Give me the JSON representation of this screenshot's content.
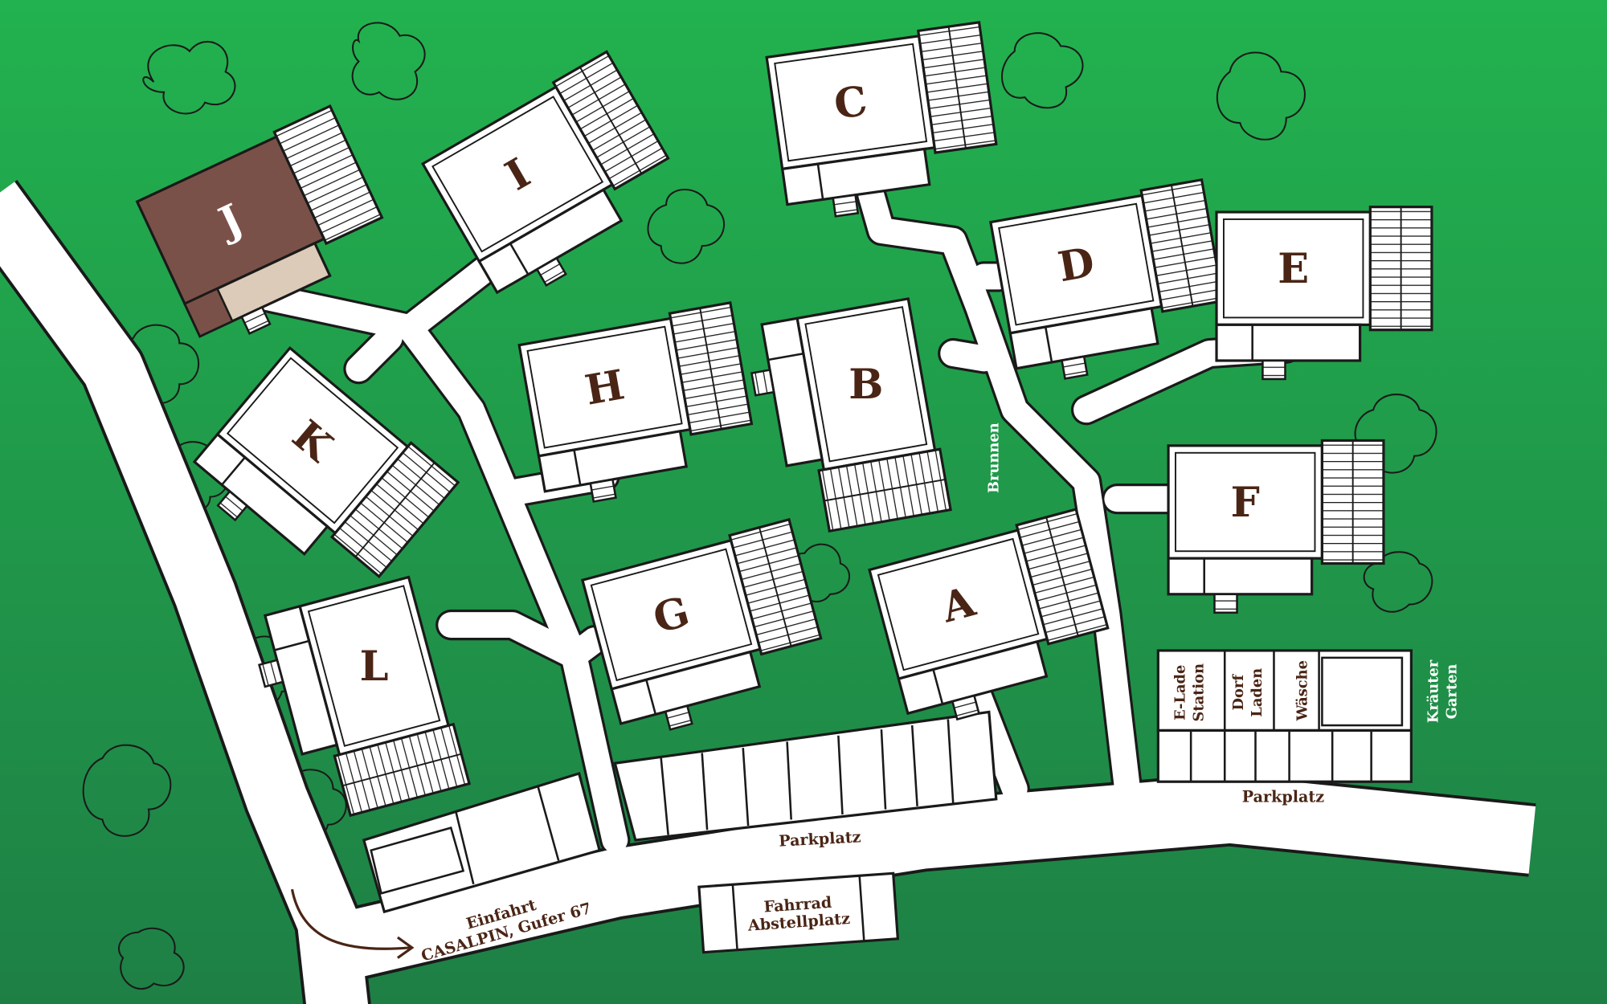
{
  "map": {
    "buildings": [
      {
        "id": "A",
        "highlighted": false
      },
      {
        "id": "B",
        "highlighted": false
      },
      {
        "id": "C",
        "highlighted": false
      },
      {
        "id": "D",
        "highlighted": false
      },
      {
        "id": "E",
        "highlighted": false
      },
      {
        "id": "F",
        "highlighted": false
      },
      {
        "id": "G",
        "highlighted": false
      },
      {
        "id": "H",
        "highlighted": false
      },
      {
        "id": "I",
        "highlighted": false
      },
      {
        "id": "J",
        "highlighted": true
      },
      {
        "id": "K",
        "highlighted": false
      },
      {
        "id": "L",
        "highlighted": false
      }
    ],
    "labels": {
      "parkplatz_center": "Parkplatz",
      "parkplatz_right": "Parkplatz",
      "brunnen": "Brunnen",
      "kraeuter_line1": "Kräuter",
      "kraeuter_line2": "Garten",
      "elade_line1": "E-Lade",
      "elade_line2": "Station",
      "dorf_line1": "Dorf",
      "dorf_line2": "Laden",
      "waesche": "Wäsche",
      "fahrrad_line1": "Fahrrad",
      "fahrrad_line2": "Abstellplatz",
      "einfahrt_line1": "Einfahrt",
      "einfahrt_line2": "CASALPIN, Gufer 67"
    },
    "colors": {
      "grass_top": "#22b24f",
      "grass_bottom": "#1e7f45",
      "text_brown": "#4a2515",
      "highlight_building": "#7a5148",
      "highlight_annex": "#dccbb8"
    }
  }
}
